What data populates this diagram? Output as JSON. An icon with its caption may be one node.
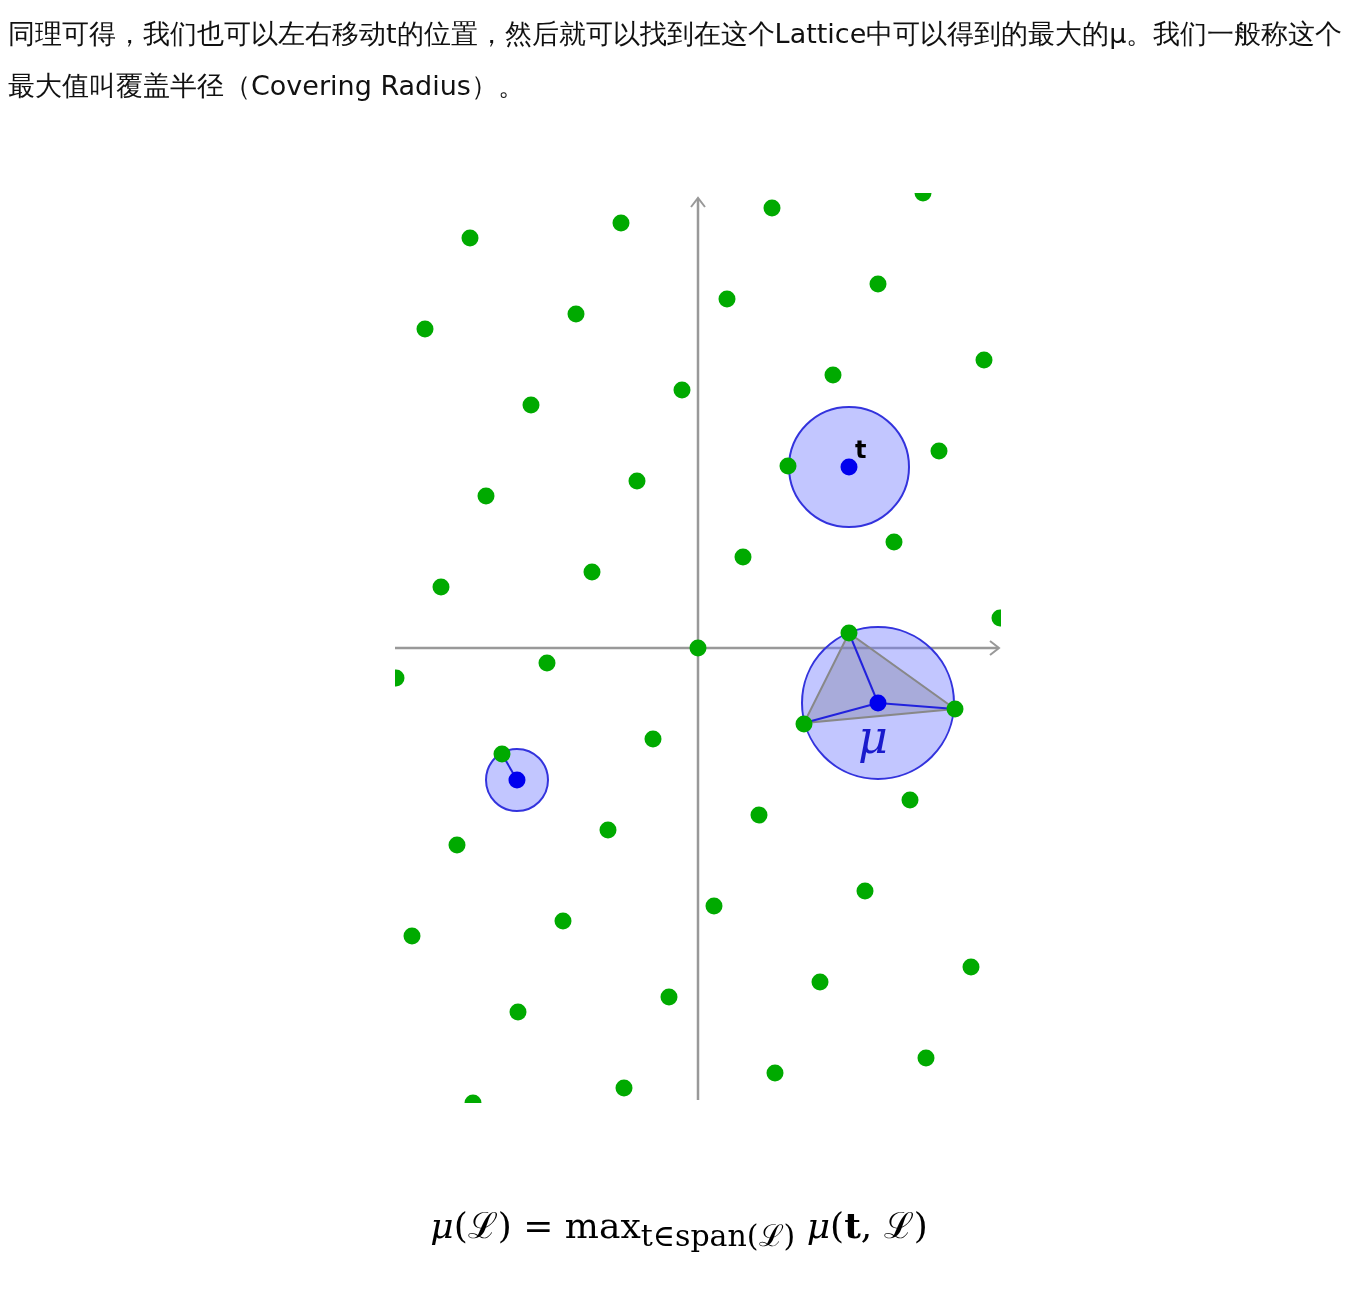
{
  "diagram": {
    "labels": [
      "同理可得，我们也可以左右移动t的位置，然后就可以找到在这个Lattice中可以得到的最大的μ。我们一般称这个最大值叫覆盖半径（Covering Radius）。",
      "t",
      "μ",
      "*μ*(ℒ) = max$_{t∈span(ℒ)}$ *μ*(**t**, ℒ)"
    ]
  }
}
